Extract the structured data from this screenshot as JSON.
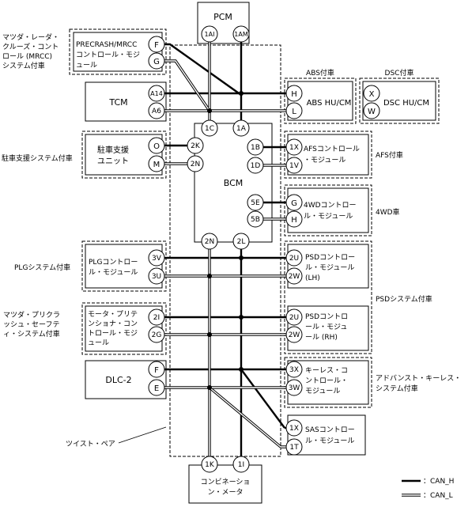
{
  "modules": {
    "pcm": {
      "label": "PCM",
      "pins": [
        "1AI",
        "1AM"
      ]
    },
    "mrcc": {
      "lines": [
        "PRECRASH/MRCC",
        "コントロール・モジ",
        "ュール"
      ],
      "pins": [
        "F",
        "G"
      ],
      "option": [
        "マツダ・レーダ・",
        "クルーズ・コント",
        "ロール (MRCC)",
        "システム付車"
      ]
    },
    "tcm": {
      "label": "TCM",
      "pins": [
        "A14",
        "A6"
      ]
    },
    "parking": {
      "lines": [
        "駐車支援",
        "ユニット"
      ],
      "pins": [
        "O",
        "M"
      ],
      "option": "駐車支援システム付車"
    },
    "plg": {
      "lines": [
        "PLGコントロー",
        "ル・モジュール"
      ],
      "pins": [
        "3V",
        "3U"
      ],
      "option": "PLGシステム付車"
    },
    "pretensioner": {
      "lines": [
        "モータ・プリテ",
        "ンショナ・コン",
        "トロール・モジ",
        "ュール"
      ],
      "pins": [
        "2I",
        "2G"
      ],
      "option": [
        "マツダ・プリクラ",
        "ッシュ・セーフテ",
        "ィ・システム付車"
      ]
    },
    "dlc": {
      "label": "DLC-2",
      "pins": [
        "F",
        "E"
      ]
    },
    "abs": {
      "label": "ABS HU/CM",
      "pins": [
        "H",
        "L"
      ],
      "option": "ABS付車"
    },
    "dsc": {
      "label": "DSC HU/CM",
      "pins": [
        "X",
        "W"
      ],
      "option": "DSC付車"
    },
    "afs": {
      "lines": [
        "AFSコントロール",
        "・モジュール"
      ],
      "pins": [
        "1X",
        "1V"
      ],
      "option": "AFS付車"
    },
    "awd": {
      "lines": [
        "4WDコントロー",
        "ル・モジュール"
      ],
      "pins": [
        "G",
        "H"
      ],
      "option": "4WD車"
    },
    "psd_lh": {
      "lines": [
        "PSDコントロー",
        "ル・モジュール",
        "(LH)"
      ],
      "pins": [
        "2U",
        "2W"
      ]
    },
    "psd_rh": {
      "lines": [
        "PSDコントロ",
        "ール・モジュ",
        "ール (RH)"
      ],
      "pins": [
        "2U",
        "2W"
      ]
    },
    "psd_option": "PSDシステム付車",
    "keyless": {
      "lines": [
        "キーレス・コ",
        "ントロール・",
        "モジュール"
      ],
      "pins": [
        "3X",
        "3W"
      ],
      "option": [
        "アドバンスト・キーレス・",
        "システム付車"
      ]
    },
    "sas": {
      "lines": [
        "SASコントロー",
        "ル・モジュール"
      ],
      "pins": [
        "1X",
        "1T"
      ]
    },
    "bcm": {
      "label": "BCM",
      "pins": [
        "1C",
        "1A",
        "2K",
        "2N",
        "1B",
        "1D",
        "5E",
        "5B",
        "2N",
        "2L"
      ]
    },
    "combi": {
      "lines": [
        "コンビネーショ",
        "ン・メータ"
      ],
      "pins": [
        "1K",
        "1I"
      ]
    }
  },
  "annotations": {
    "twisted_pair": "ツイスト・ペア"
  },
  "legend": {
    "can_h": "：CAN_H",
    "can_l": "：CAN_L"
  }
}
